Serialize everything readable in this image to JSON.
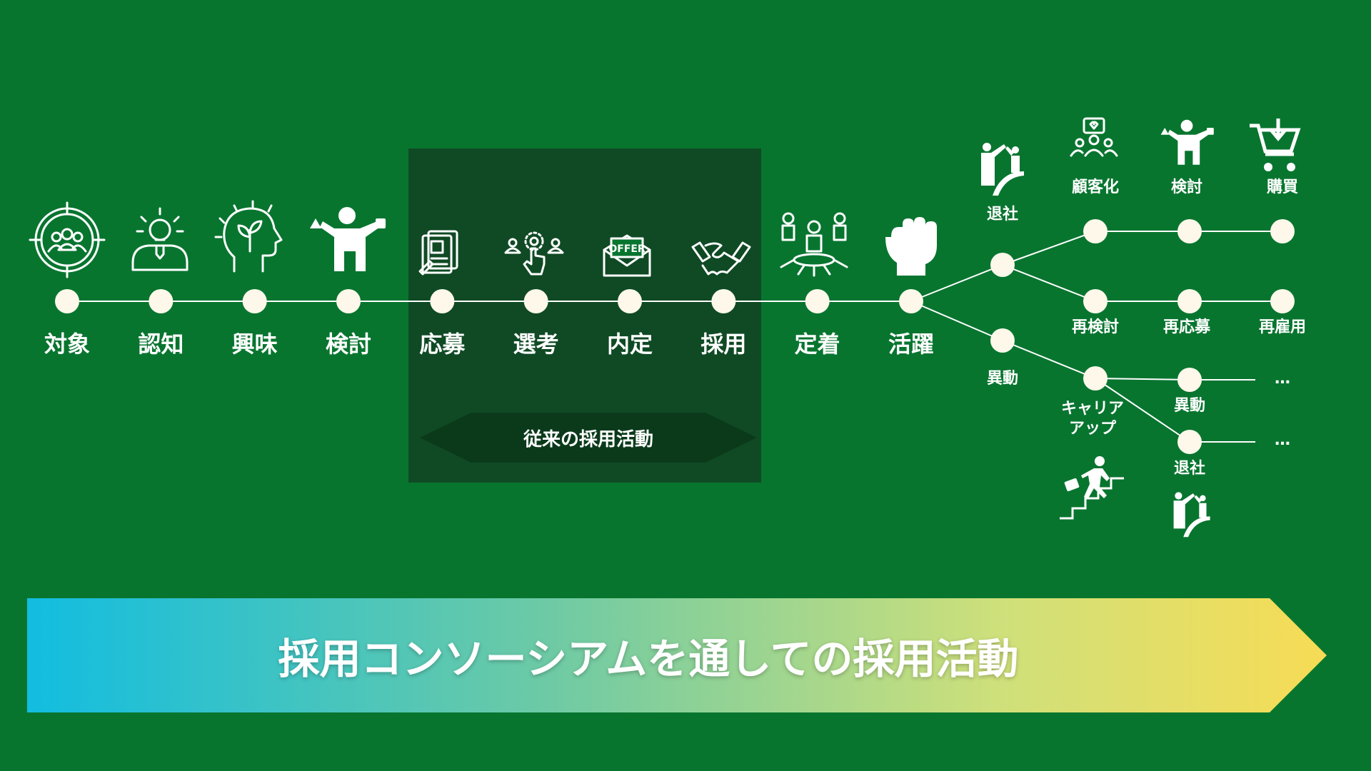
{
  "timeline": {
    "stages": [
      "対象",
      "認知",
      "興味",
      "検討",
      "応募",
      "選考",
      "内定",
      "採用",
      "定着",
      "活躍"
    ],
    "icons": [
      "target-people-icon",
      "lightbulb-person-icon",
      "plant-head-icon",
      "person-deciding-icon",
      "resume-document-icon",
      "selection-pointer-icon",
      "offer-envelope-icon",
      "handshake-icon",
      "team-network-icon",
      "raised-fist-icon"
    ]
  },
  "traditional": {
    "label": "従来の採用活動",
    "box_color": "#0f4a24",
    "arrow_color": "#0b3a1b"
  },
  "branches": {
    "retire": "退社",
    "transfer": "異動",
    "top_row": [
      "顧客化",
      "検討",
      "購買"
    ],
    "middle_row": [
      "再検討",
      "再応募",
      "再雇用"
    ],
    "career_up": [
      "キャリア",
      "アップ"
    ],
    "transfer_row": [
      "異動",
      "…"
    ],
    "retire_row": [
      "退社",
      "…"
    ]
  },
  "banner": {
    "text": "採用コンソーシアムを通しての採用活動",
    "gradient": [
      "#12bde0",
      "#6dcaa5",
      "#cfe07a",
      "#f7dc55"
    ]
  },
  "colors": {
    "background": "#08752f",
    "node": "#fdf8ea",
    "line": "#ffffff"
  }
}
